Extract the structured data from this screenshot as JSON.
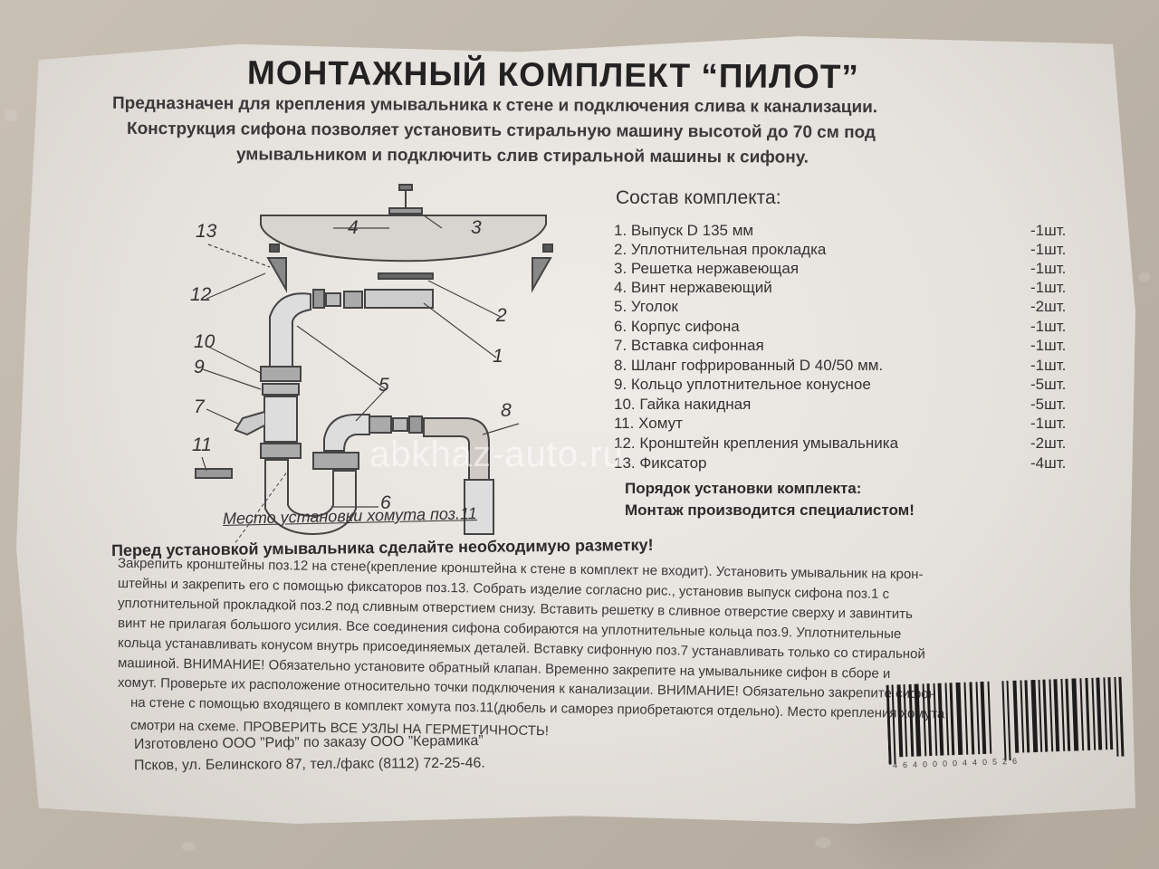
{
  "title": "МОНТАЖНЫЙ КОМПЛЕКТ “ПИЛОТ”",
  "intro": [
    "Предназначен для крепления умывальника к стене и подключения слива к канализации.",
    "Конструкция сифона позволяет установить стиральную машину высотой до 70 см под",
    "умывальником и подключить слив стиральной машины к сифону."
  ],
  "kit": {
    "heading": "Состав комплекта:",
    "items": [
      {
        "label": "1. Выпуск  D 135 мм",
        "qty": "-1шт."
      },
      {
        "label": "2. Уплотнительная прокладка",
        "qty": "-1шт."
      },
      {
        "label": "3. Решетка нержавеющая",
        "qty": "-1шт."
      },
      {
        "label": "4. Винт нержавеющий",
        "qty": "-1шт."
      },
      {
        "label": "5. Уголок",
        "qty": "-2шт."
      },
      {
        "label": "6. Корпус сифона",
        "qty": "-1шт."
      },
      {
        "label": "7. Вставка сифонная",
        "qty": "-1шт."
      },
      {
        "label": "8. Шланг гофрированный D 40/50 мм.",
        "qty": "-1шт."
      },
      {
        "label": "9. Кольцо уплотнительное конусное",
        "qty": "-5шт."
      },
      {
        "label": "10. Гайка накидная",
        "qty": "-5шт."
      },
      {
        "label": "11. Хомут",
        "qty": "-1шт."
      },
      {
        "label": "12. Кронштейн крепления умывальника",
        "qty": "-2шт."
      },
      {
        "label": "13. Фиксатор",
        "qty": "-4шт."
      }
    ]
  },
  "order": {
    "heading": "Порядок установки комплекта:",
    "note": "Монтаж производится специалистом!"
  },
  "diagram": {
    "callouts": [
      "13",
      "4",
      "3",
      "12",
      "2",
      "10",
      "1",
      "9",
      "5",
      "7",
      "8",
      "11",
      "6"
    ],
    "caption": "Место установки хомута поз.11"
  },
  "instructions": {
    "heading": "Перед установкой умывальника сделайте необходимую разметку!",
    "lines": [
      "Закрепить кронштейны поз.12 на стене(крепление кронштейна к стене в комплект не входит). Установить умывальник на крон-",
      "штейны и закрепить его с помощью фиксаторов поз.13. Собрать изделие согласно рис., установив выпуск сифона поз.1 с",
      "уплотнительной прокладкой поз.2 под сливным отверстием снизу. Вставить решетку в сливное отверстие сверху и завинтить",
      "винт не прилагая большого усилия. Все соединения сифона собираются на уплотнительные кольца поз.9. Уплотнительные",
      "кольца устанавливать конусом внутрь присоединяемых деталей. Вставку сифонную поз.7 устанавливать только со стиральной",
      "машиной. ВНИМАНИЕ! Обязательно установите обратный клапан. Временно закрепите на умывальнике сифон в сборе и",
      "хомут. Проверьте их расположение относительно точки подключения к канализации. ВНИМАНИЕ! Обязательно закрепите сифон",
      "на стене с помощью входящего в комплект хомута поз.11(дюбель и саморез приобретаются отдельно). Место крепления хомута",
      "смотри на схеме. ПРОВЕРИТЬ ВСЕ УЗЛЫ НА ГЕРМЕТИЧНОСТЬ!"
    ]
  },
  "manufacturer": {
    "line1": "Изготовлено ООО ”Риф” по заказу ООО ”Керамика”",
    "line2": "Псков, ул. Белинского 87, тел./факс (8112) 72-25-46."
  },
  "barcode": {
    "number": "4640000440526"
  },
  "watermark": "abkhaz-auto.ru"
}
